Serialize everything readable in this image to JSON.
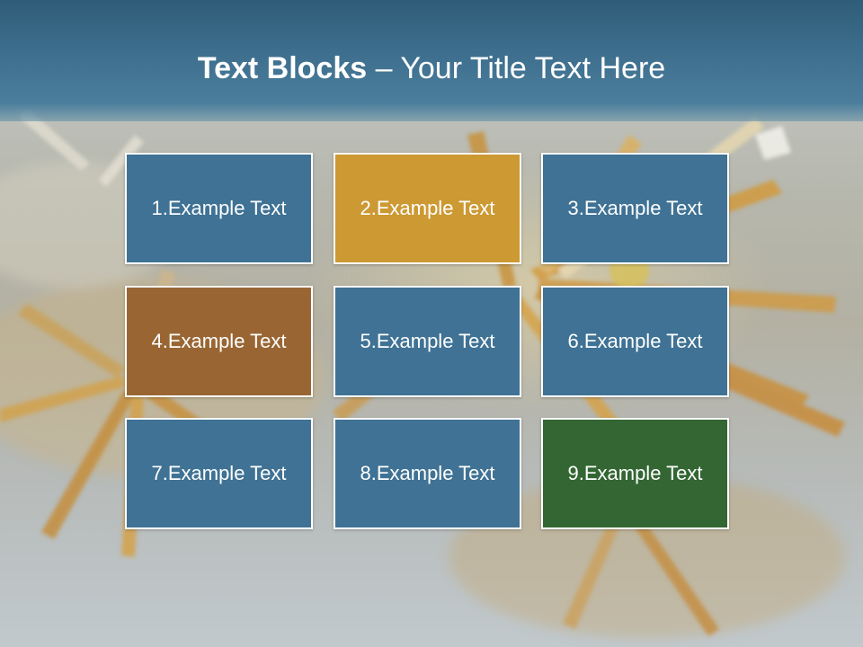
{
  "slide": {
    "title_bold": "Text Blocks",
    "title_dash": " – ",
    "title_rest": "Your Title Text Here",
    "colors": {
      "header": "#3e6f8e",
      "block_default": "#3f7294"
    },
    "blocks": [
      {
        "label": "1.Example Text",
        "color": "#3f7294"
      },
      {
        "label": "2.Example Text",
        "color": "#cc9933"
      },
      {
        "label": "3.Example Text",
        "color": "#3f7294"
      },
      {
        "label": "4.Example Text",
        "color": "#996633"
      },
      {
        "label": "5.Example Text",
        "color": "#3f7294"
      },
      {
        "label": "6.Example Text",
        "color": "#3f7294"
      },
      {
        "label": "7.Example Text",
        "color": "#3f7294"
      },
      {
        "label": "8.Example Text",
        "color": "#3f7294"
      },
      {
        "label": "9.Example Text",
        "color": "#336633"
      }
    ]
  }
}
